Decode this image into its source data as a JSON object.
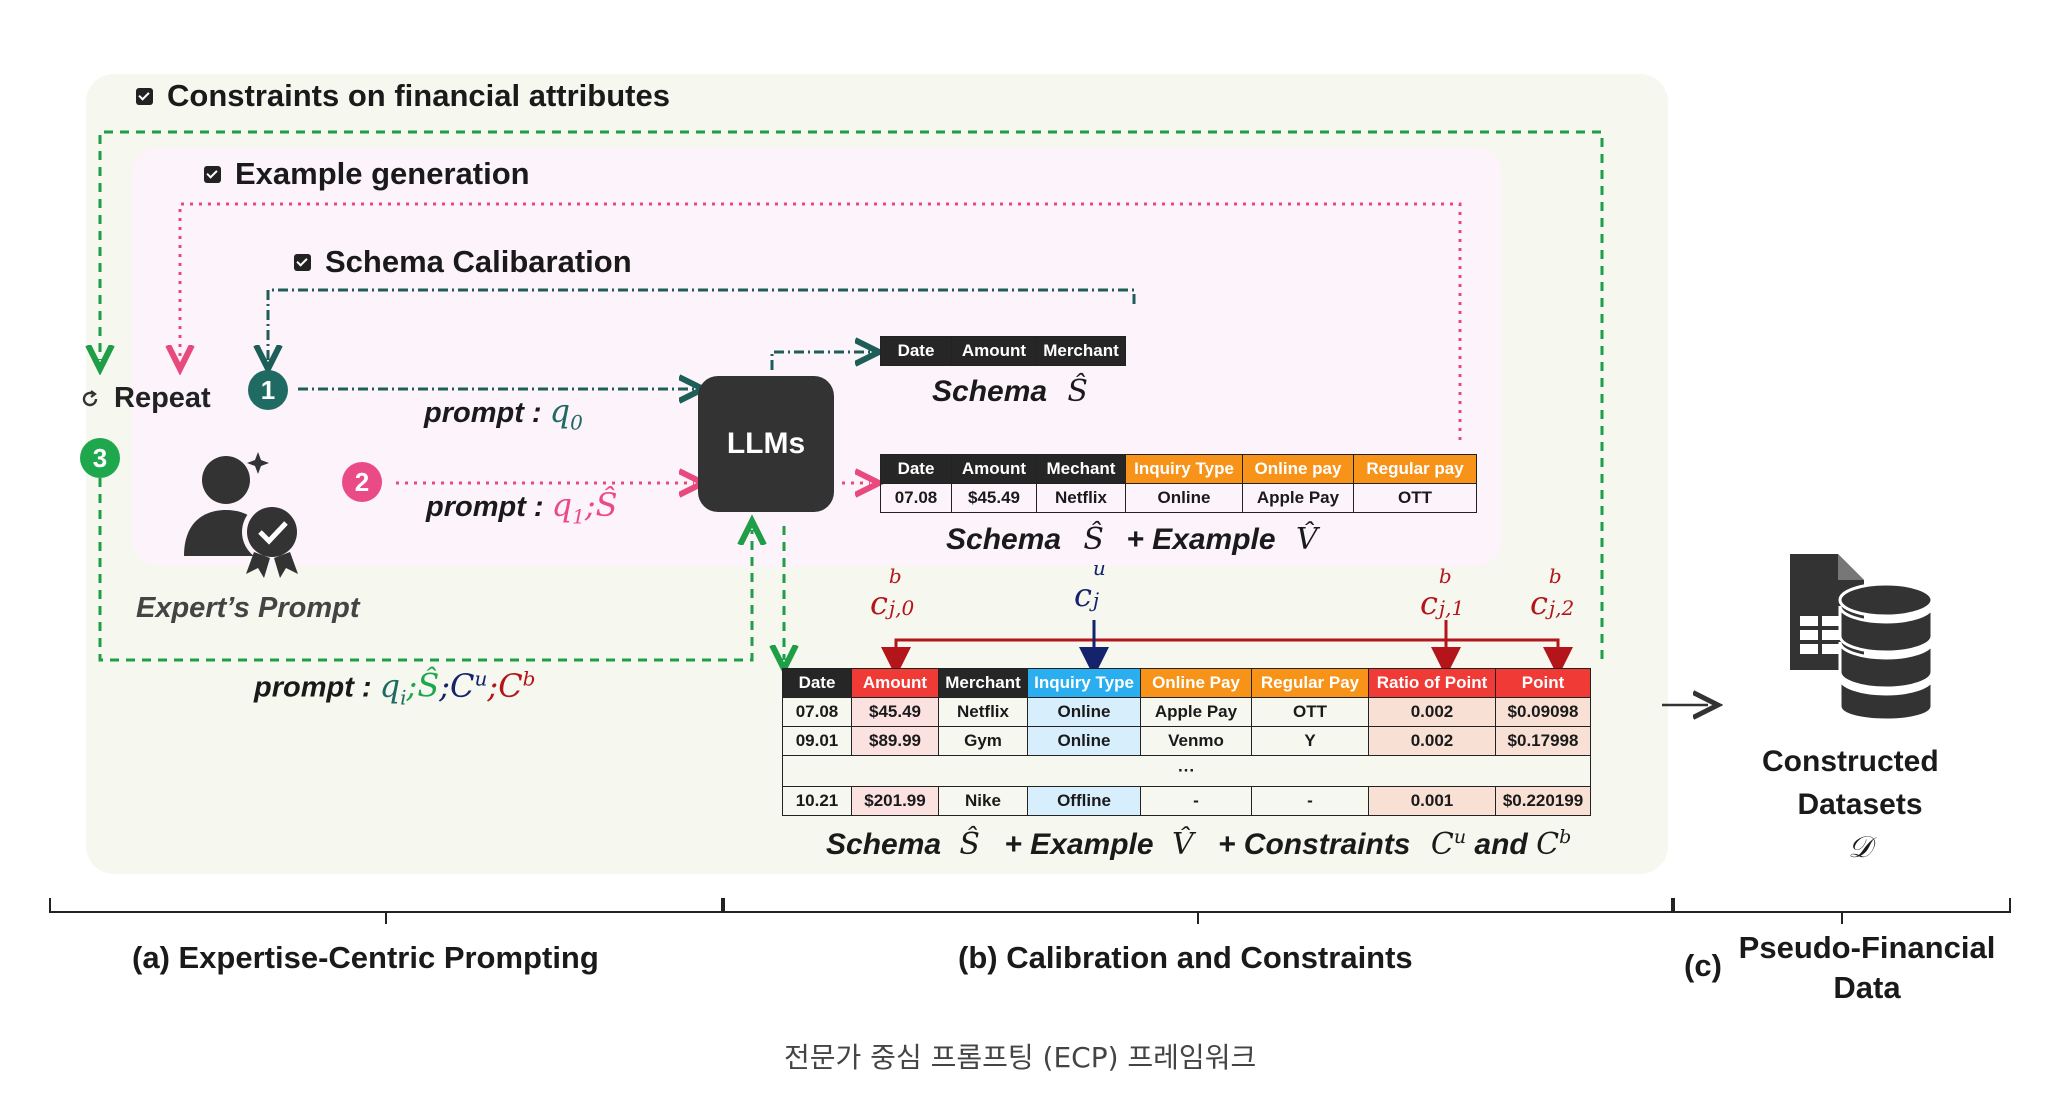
{
  "headings": {
    "constraints": "Constraints on financial attributes",
    "example_generation": "Example generation",
    "schema_calibration": "Schema Calibaration"
  },
  "repeat_label": "Repeat",
  "badges": [
    "1",
    "2",
    "3"
  ],
  "expert_label": "Expert’s Prompt",
  "llm_label": "LLMs",
  "prompts": {
    "p1_text": "prompt :",
    "p1_math": "q",
    "p1_sub": "0",
    "p2_text": "prompt :",
    "p2_math": "q",
    "p2_sub": "1",
    "p2_rest": ";Ŝ",
    "p3_text": "prompt :",
    "p3_q": "q",
    "p3_q_sub": "i",
    "p3_s": ";Ŝ",
    "p3_cu": ";C",
    "p3_cu_sup": "u",
    "p3_cb": ";C",
    "p3_cb_sup": "b"
  },
  "table_schema": {
    "headers": [
      "Date",
      "Amount",
      "Merchant"
    ]
  },
  "caption_schema": {
    "text": "Schema",
    "math": "Ŝ"
  },
  "table_example": {
    "headers": [
      "Date",
      "Amount",
      "Mechant",
      "Inquiry Type",
      "Online pay",
      "Regular pay"
    ],
    "row": [
      "07.08",
      "$45.49",
      "Netflix",
      "Online",
      "Apple Pay",
      "OTT"
    ]
  },
  "caption_example": {
    "schema": "Schema",
    "s": "Ŝ",
    "plus": "+ Example",
    "v": "V̂"
  },
  "constraint_labels": {
    "c0": "c",
    "c0_sup": "b",
    "c0_sub": "j,0",
    "cu": "c",
    "cu_sup": "u",
    "cu_sub": "j",
    "c1": "c",
    "c1_sup": "b",
    "c1_sub": "j,1",
    "c2": "c",
    "c2_sup": "b",
    "c2_sub": "j,2"
  },
  "table_constraints": {
    "headers": [
      "Date",
      "Amount",
      "Merchant",
      "Inquiry Type",
      "Online Pay",
      "Regular Pay",
      "Ratio of Point",
      "Point"
    ],
    "rows": [
      [
        "07.08",
        "$45.49",
        "Netflix",
        "Online",
        "Apple Pay",
        "OTT",
        "0.002",
        "$0.09098"
      ],
      [
        "09.01",
        "$89.99",
        "Gym",
        "Online",
        "Venmo",
        "Y",
        "0.002",
        "$0.17998"
      ],
      [
        "10.21",
        "$201.99",
        "Nike",
        "Offline",
        "-",
        "-",
        "0.001",
        "$0.220199"
      ]
    ],
    "ellipsis": "···"
  },
  "caption_constraints": {
    "schema": "Schema",
    "s": "Ŝ",
    "plus_ex": "+ Example",
    "v": "V̂",
    "plus_c": "+ Constraints",
    "cu": "C",
    "cu_sup": "u",
    "and": "and",
    "cb": "C",
    "cb_sup": "b"
  },
  "datasets": {
    "line1": "Constructed",
    "line2": "Datasets",
    "math": "𝒟"
  },
  "sections": {
    "a": "(a) Expertise-Centric Prompting",
    "b": "(b) Calibration and Constraints",
    "c_prefix": "(c)",
    "c_line1": "Pseudo-Financial",
    "c_line2": "Data"
  },
  "footer": "전문가 중심 프롬프팅 (ECP) 프레임워크",
  "colors": {
    "green_dashed": "#1e9e46",
    "pink_dotted": "#e84a7d",
    "teal_dashdot": "#1d5e58",
    "badge1": "#1f6b63",
    "badge2": "#ea4a86",
    "badge3": "#1fa74e",
    "bracket_red": "#b3151a",
    "bracket_navy": "#14236b"
  },
  "icons": [
    "refresh-icon",
    "expert-user-icon",
    "database-icon",
    "checkbox-icon"
  ]
}
